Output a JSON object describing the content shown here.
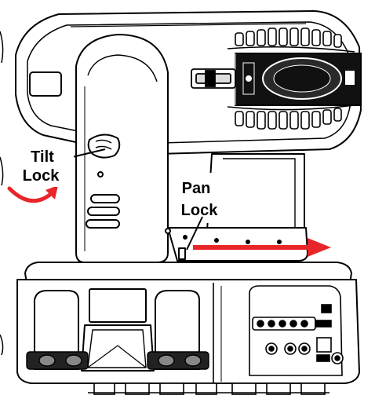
{
  "labels": {
    "tilt_line1": "Tilt",
    "tilt_line2": "Lock",
    "pan_line1": "Pan",
    "pan_line2": "Lock"
  },
  "colors": {
    "outline": "#000000",
    "fill": "#ffffff",
    "arrow": "#e8262a",
    "dark": "#111111"
  },
  "icons": {
    "tilt_arrow": "curved-arrow",
    "pan_arrow": "straight-arrow"
  }
}
